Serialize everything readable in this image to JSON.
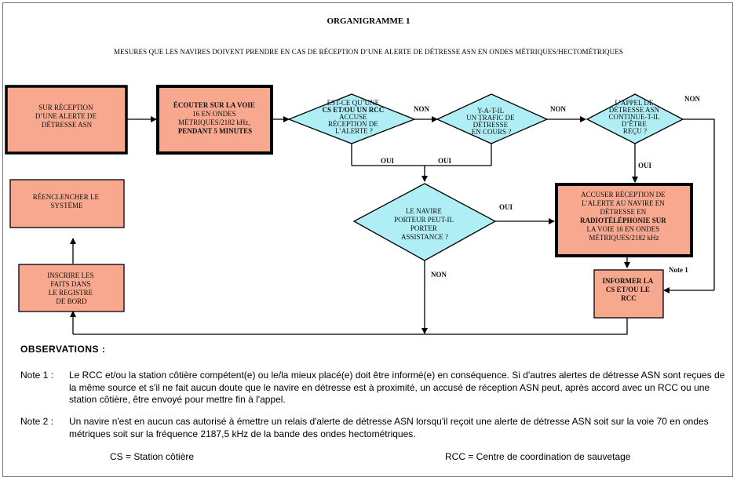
{
  "title": "ORGANIGRAMME 1",
  "subtitle": "MESURES QUE LES NAVIRES DOIVENT PRENDRE EN CAS DE RÉCEPTION D’UNE ALERTE DE DÉTRESSE ASN EN ONDES MÉTRIQUES/HECTOMÉTRIQUES",
  "colors": {
    "box_fill": "#f8a88e",
    "diamond_fill": "#aeeef4",
    "line": "#000000"
  },
  "flowchart": {
    "box_reception": [
      "SUR RÉCEPTION",
      "D’UNE ALERTE DE",
      "DÉTRESSE ASN"
    ],
    "box_ecouter": [
      "ÉCOUTER SUR LA VOIE",
      "16 EN ONDES",
      "MÉTRIQUES/2182 kHz,",
      "PENDANT 5 MINUTES"
    ],
    "diamond_cs": [
      "EST-CE QU’UNE",
      "CS ET/OU UN RCC",
      "ACCUSE",
      "RÉCEPTION DE",
      "L’ALERTE ?"
    ],
    "diamond_trafic": [
      "Y-A-T-IL",
      "UN TRAFIC DE",
      "DÉTRESSE",
      "EN COURS ?"
    ],
    "diamond_appel": [
      "L’APPEL DE",
      "DÉTRESSE ASN",
      "CONTINUE-T-IL",
      "D’ÊTRE",
      "REÇU ?"
    ],
    "diamond_navire": [
      "LE NAVIRE",
      "PORTEUR PEUT-IL",
      "PORTER",
      "ASSISTANCE ?"
    ],
    "box_accuser": [
      "ACCUSER RÉCEPTION DE",
      "L’ALERTE AU NAVIRE EN",
      "DÉTRESSE EN",
      "RADIOTÉLÉPHONIE SUR",
      "LA VOIE 16 EN ONDES",
      "MÉTRIQUES/2182 kHz"
    ],
    "box_informer": [
      "INFORMER LA",
      "CS ET/OU LE",
      "RCC"
    ],
    "box_inscrire": [
      "INSCRIRE LES",
      "FAITS DANS",
      "LE REGISTRE",
      "DE BORD"
    ],
    "box_reenclencher": [
      "RÉENCLENCHER LE",
      "SYSTÈME"
    ],
    "labels": {
      "non": "NON",
      "oui": "OUI",
      "note1": "Note 1"
    }
  },
  "observations": {
    "title": "OBSERVATIONS :",
    "note1_label": "Note 1 :",
    "note1_text": "Le RCC et/ou la station côtière compétent(e) ou le/la mieux placé(e) doit être informé(e) en conséquence. Si d'autres alertes de détresse ASN sont reçues de la même source et s'il ne fait aucun doute que le navire en détresse est à proximité, un accusé de réception ASN peut, après accord avec un RCC ou une station côtière, être envoyé pour mettre fin à l'appel.",
    "note2_label": "Note 2 :",
    "note2_text": "Un navire n'est en aucun cas autorisé à émettre un relais d'alerte de détresse ASN lorsqu'il reçoit une alerte de détresse ASN soit sur la voie 70 en ondes métriques soit sur la fréquence 2187,5 kHz de la bande des ondes hectométriques.",
    "def_cs": "CS = Station côtière",
    "def_rcc": "RCC = Centre de coordination de sauvetage"
  }
}
